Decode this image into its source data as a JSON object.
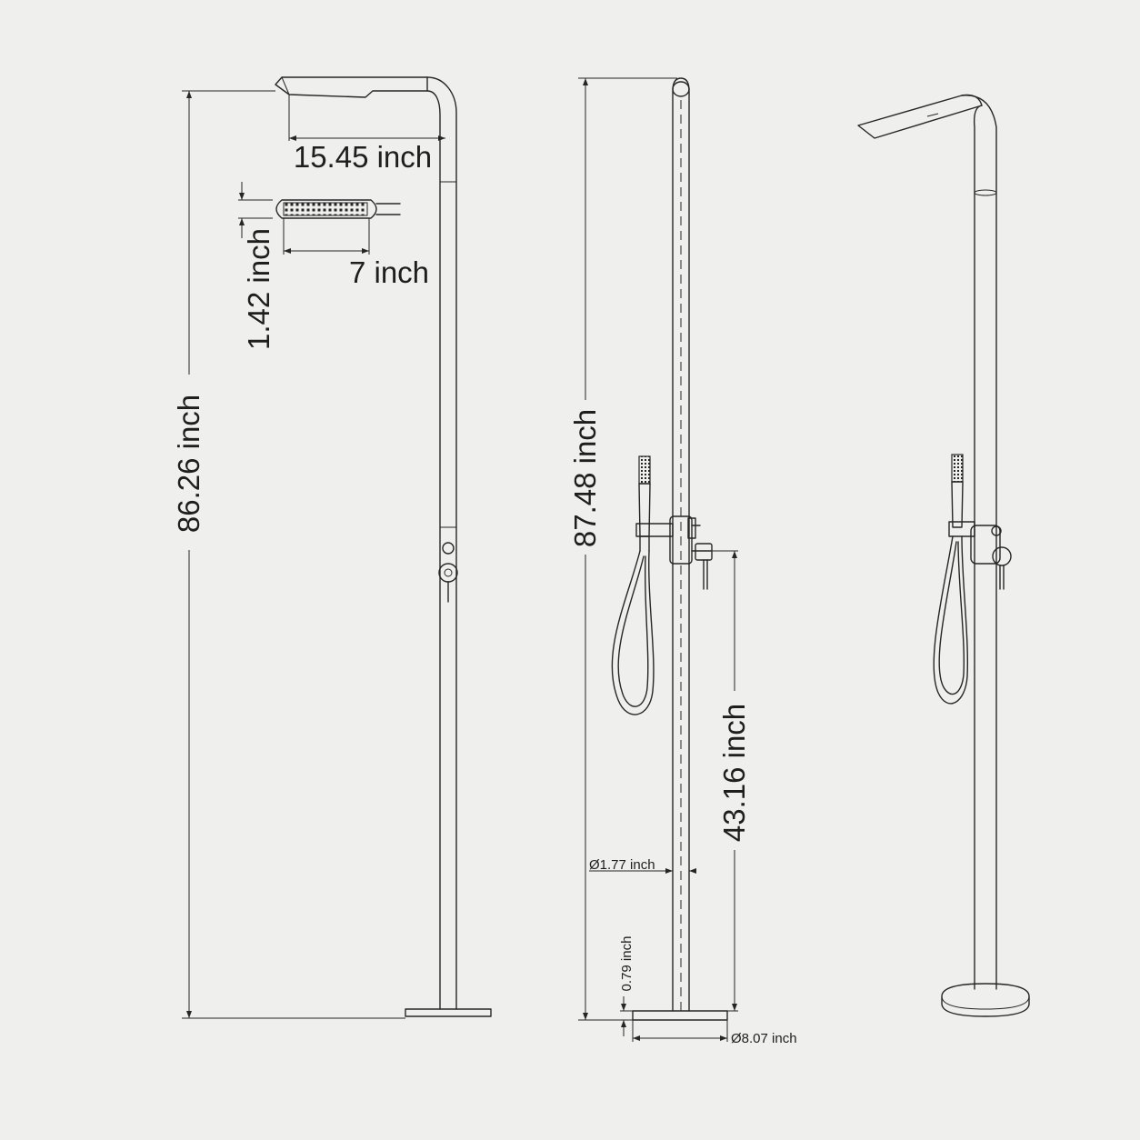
{
  "dimensions": {
    "shower_arm_length": "15.45 inch",
    "hand_shower_length": "7 inch",
    "hand_shower_height": "1.42 inch",
    "overall_height_front": "86.26 inch",
    "overall_height_side": "87.48 inch",
    "handle_height": "43.16 inch",
    "pipe_diameter": "Ø1.77 inch",
    "base_thickness": "0.79 inch",
    "base_diameter": "Ø8.07 inch"
  },
  "colors": {
    "background": "#efefed",
    "line": "#262626"
  }
}
